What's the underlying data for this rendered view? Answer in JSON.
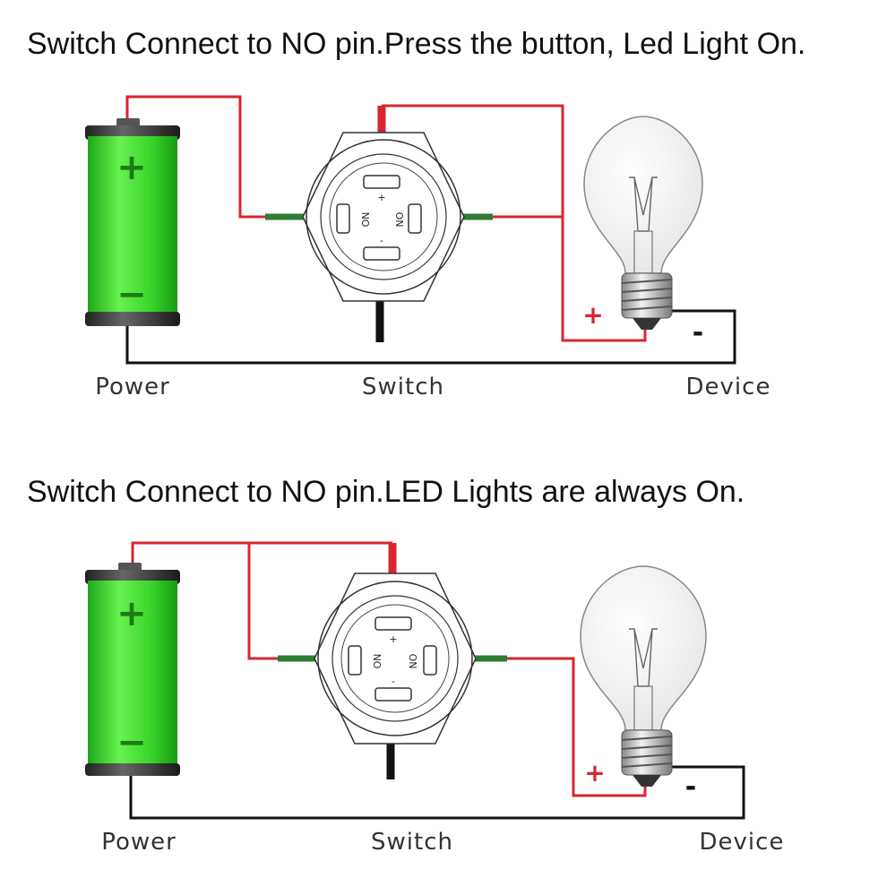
{
  "panels": [
    {
      "heading": "Switch Connect to NO pin.Press the button, Led Light On.",
      "labels": {
        "power": "Power",
        "switch": "Switch",
        "device": "Device"
      },
      "pins": {
        "no_left": "NO",
        "no_right": "NO",
        "plus": "+",
        "minus": "-"
      },
      "battery_signs": {
        "plus": "+",
        "minus": "−"
      },
      "device_signs": {
        "plus": "+",
        "minus": "-"
      }
    },
    {
      "heading": "Switch Connect to NO pin.LED Lights are always On.",
      "labels": {
        "power": "Power",
        "switch": "Switch",
        "device": "Device"
      },
      "pins": {
        "no_left": "NO",
        "no_right": "NO",
        "plus": "+",
        "minus": "-"
      },
      "battery_signs": {
        "plus": "+",
        "minus": "−"
      },
      "device_signs": {
        "plus": "+",
        "minus": "-"
      }
    }
  ],
  "colors": {
    "wire_red": "#d8262e",
    "wire_black": "#111111",
    "wire_green": "#2e7d32",
    "battery_green": "#4ee83c",
    "plus_sign": "#d8262e"
  }
}
